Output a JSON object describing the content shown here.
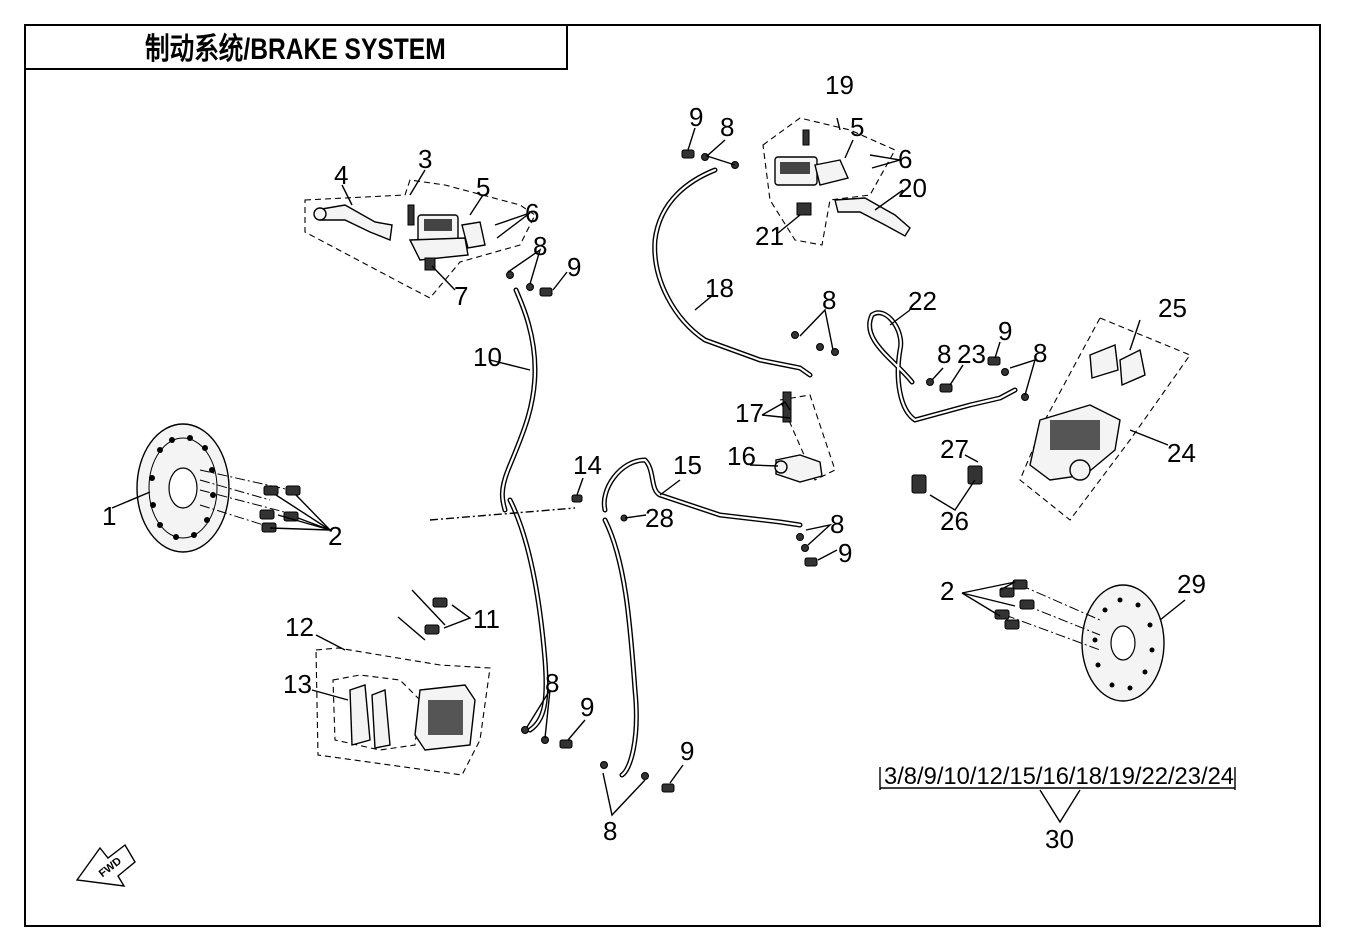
{
  "title": "制动系统/BRAKE SYSTEM",
  "callouts": {
    "c1": "1",
    "c2a": "2",
    "c2b": "2",
    "c3": "3",
    "c4": "4",
    "c5a": "5",
    "c5b": "5",
    "c6a": "6",
    "c6b": "6",
    "c7": "7",
    "c8a": "8",
    "c8b": "8",
    "c8c": "8",
    "c8d": "8",
    "c8e": "8",
    "c8f": "8",
    "c8g": "8",
    "c8h": "8",
    "c9a": "9",
    "c9b": "9",
    "c9c": "9",
    "c9d": "9",
    "c9e": "9",
    "c9f": "9",
    "c10": "10",
    "c11": "11",
    "c12": "12",
    "c13": "13",
    "c14": "14",
    "c15": "15",
    "c16": "16",
    "c17": "17",
    "c18": "18",
    "c19": "19",
    "c20": "20",
    "c21": "21",
    "c22": "22",
    "c23": "23",
    "c24": "24",
    "c25": "25",
    "c26": "26",
    "c27": "27",
    "c28": "28",
    "c29": "29",
    "c30": "30"
  },
  "kit_list": "3/8/9/10/12/15/16/18/19/22/23/24",
  "fwd_arrow": "FWD"
}
